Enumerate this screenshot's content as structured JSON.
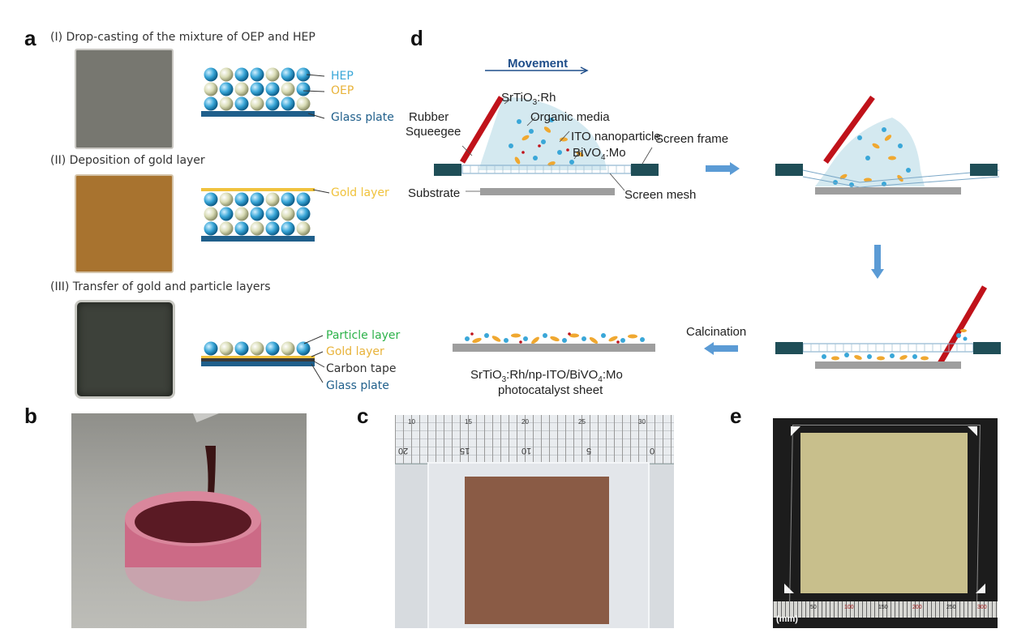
{
  "panels": {
    "a": "a",
    "b": "b",
    "c": "c",
    "d": "d",
    "e": "e"
  },
  "panel_a": {
    "step1": {
      "title": "(I) Drop-casting of the mixture of OEP and HEP",
      "labels": [
        "HEP",
        "OEP",
        "Glass plate"
      ]
    },
    "step2": {
      "title": "(II) Deposition of gold layer",
      "labels": [
        "Gold layer"
      ]
    },
    "step3": {
      "title": "(III) Transfer of gold and particle layers",
      "labels": [
        "Particle layer",
        "Gold layer",
        "Carbon tape",
        "Glass plate"
      ]
    }
  },
  "panel_d": {
    "movement": "Movement",
    "rubber": "Rubber",
    "squeegee": "Squeegee",
    "srtio3_base": "SrTiO",
    "srtio3_sub": "3",
    "srtio3_tail": ":Rh",
    "organic": "Organic media",
    "ito": "ITO nanoparticle",
    "bivo4_base": "BiVO",
    "bivo4_sub": "4",
    "bivo4_tail": ":Mo",
    "screen_frame": "Screen frame",
    "substrate": "Substrate",
    "screen_mesh": "Screen mesh",
    "calcination": "Calcination",
    "product_line1_a": "SrTiO",
    "product_line1_sub1": "3",
    "product_line1_b": ":Rh/np-ITO/BiVO",
    "product_line1_sub2": "4",
    "product_line1_c": ":Mo",
    "product_line2": "photocatalyst sheet"
  },
  "panel_c": {
    "ruler_top": [
      "10",
      "15",
      "20",
      "25",
      "30"
    ],
    "ruler_bottom": [
      "20",
      "15",
      "10",
      "5",
      "0"
    ]
  },
  "panel_e": {
    "unit": "(mm)",
    "ticks": [
      "50",
      "100",
      "150",
      "200",
      "250",
      "300"
    ]
  },
  "colors": {
    "hep": "#3aa7d8",
    "oep": "#e8b33a",
    "glass": "#1f5f8b",
    "gold": "#f0c23c",
    "particle": "#2db24a",
    "frame": "#1f4e57",
    "squeegee": "#c0121a",
    "arrow": "#5b9bd5"
  }
}
